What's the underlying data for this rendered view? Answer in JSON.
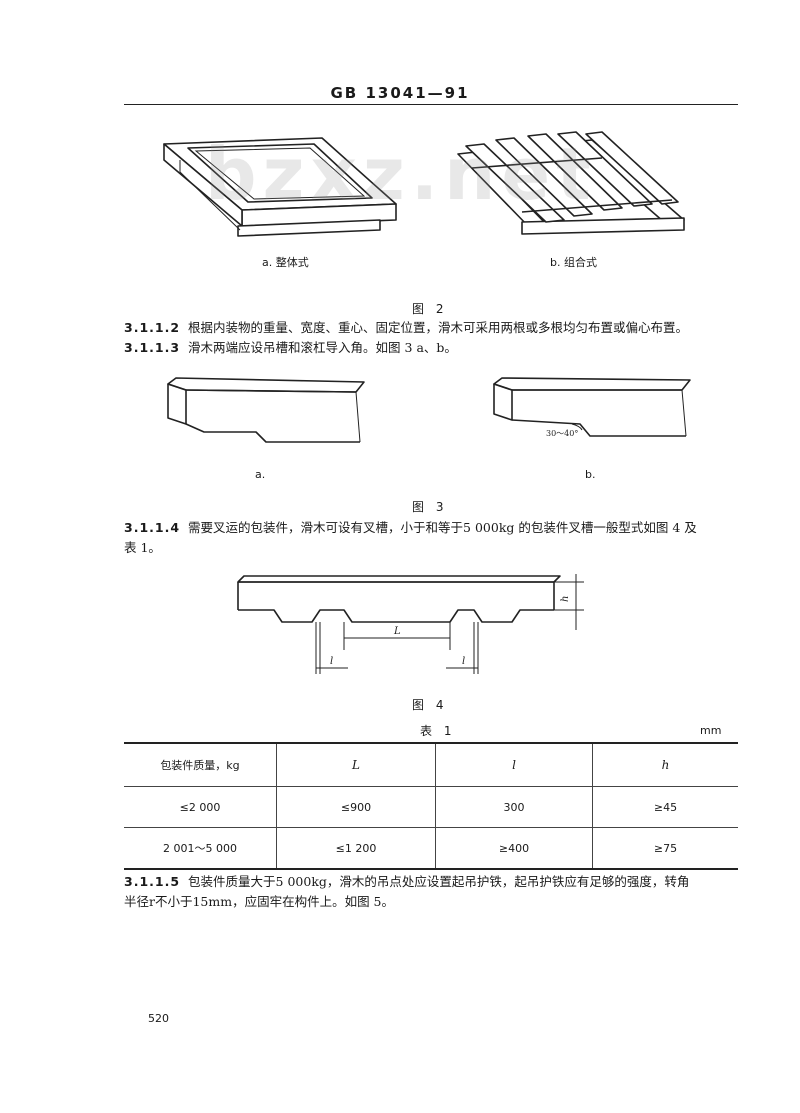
{
  "header": {
    "title": "GB 13041—91"
  },
  "watermark": "bzxz.net",
  "figure2": {
    "caption_a": "a. 整体式",
    "caption_b": "b. 组合式",
    "title": "图 2"
  },
  "section_3112": {
    "number": "3.1.1.2",
    "text": "根据内装物的重量、宽度、重心、固定位置，滑木可采用两根或多根均匀布置或偏心布置。"
  },
  "section_3113": {
    "number": "3.1.1.3",
    "text": "滑木两端应设吊槽和滚杠导入角。如图 3 a、b。"
  },
  "figure3": {
    "caption_a": "a.",
    "caption_b": "b.",
    "angle_label": "30～40°",
    "title": "图 3"
  },
  "section_3114": {
    "number": "3.1.1.4",
    "line1": "需要叉运的包装件，滑木可设有叉槽，小于和等于5 000kg 的包装件叉槽一般型式如图 4 及",
    "line2": "表 1。"
  },
  "figure4": {
    "label_L": "L",
    "label_l1": "l",
    "label_l2": "l",
    "label_h": "h",
    "title": "图 4"
  },
  "table1": {
    "title": "表 1",
    "unit": "mm",
    "headers": [
      "包装件质量，kg",
      "L",
      "l",
      "h"
    ],
    "rows": [
      [
        "≤2 000",
        "≤900",
        "300",
        "≥45"
      ],
      [
        "2 001～5 000",
        "≤1 200",
        "≥400",
        "≥75"
      ]
    ]
  },
  "section_3115": {
    "number": "3.1.1.5",
    "line1": "包装件质量大于5 000kg，滑木的吊点处应设置起吊护铁，起吊护铁应有足够的强度，转角",
    "line2": "半径r不小于15mm，应固牢在构件上。如图 5。"
  },
  "page_number": "520"
}
